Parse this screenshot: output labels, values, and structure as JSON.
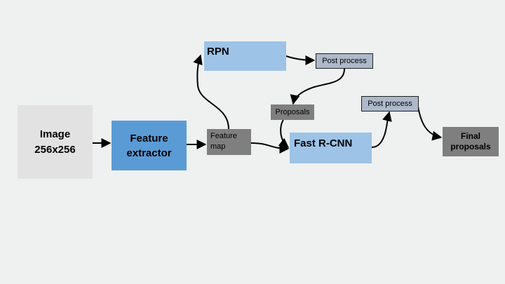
{
  "nodes": {
    "image": "Image\n256x256",
    "feature_extractor": "Feature\nextractor",
    "feature_map": "Feature\nmap",
    "rpn": "RPN",
    "post_process_1": "Post process",
    "proposals": "Proposals",
    "fast_rcnn": "Fast R-CNN",
    "post_process_2": "Post process",
    "final_proposals": "Final\nproposals"
  },
  "colors": {
    "background": "#eff1f1",
    "image_box": "#e2e2e2",
    "feature_extractor_box": "#5b9bd5",
    "light_blue_box": "#9dc3e6",
    "gray_box": "#7f7f7f",
    "post_process_box": "#adb9ca",
    "arrow": "#000000"
  }
}
